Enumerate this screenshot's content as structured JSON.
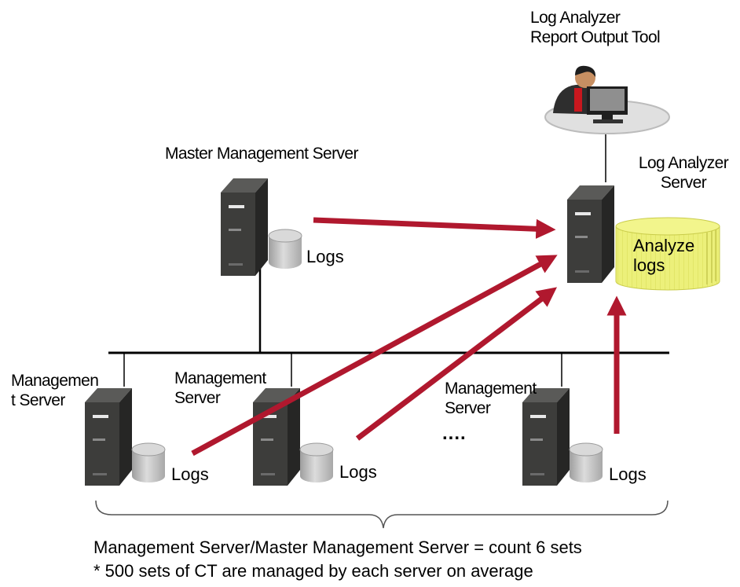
{
  "labels": {
    "report_tool": "Log Analyzer\nReport Output Tool",
    "log_analyzer_server": "Log Analyzer\nServer",
    "master_server": "Master Management Server",
    "master_logs": "Logs",
    "analyze_logs": "Analyze\nlogs",
    "mgmt1": "Managemen\nt Server",
    "mgmt2": "Management\nServer",
    "mgmt3": "Management\nServer",
    "logs1": "Logs",
    "logs2": "Logs",
    "logs3": "Logs",
    "ellipsis": "....",
    "caption1": "Management Server/Master Management Server = count 6 sets",
    "caption2": "* 500 sets of CT are managed by each server on average"
  },
  "colors": {
    "arrow": "#b0182e",
    "tower_body": "#3f3f3d",
    "tower_side": "#2a2a29",
    "db_gray": "#c9c9c9",
    "db_yellow": "#eef27a",
    "line": "#000000"
  }
}
